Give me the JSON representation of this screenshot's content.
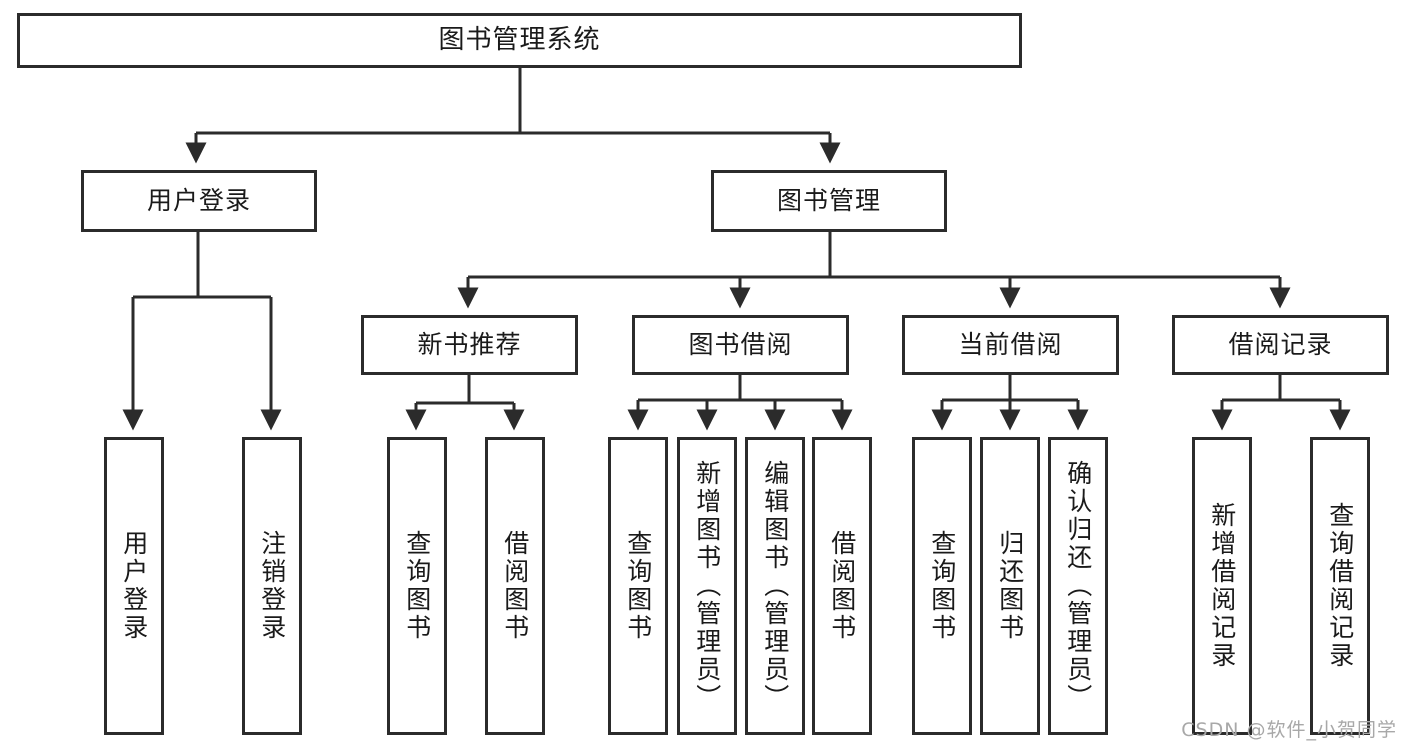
{
  "diagram": {
    "title": "图书管理系统",
    "watermark": "CSDN @软件_小贺同学",
    "line_color": "#2b2b2b",
    "box_fill": "#ffffff",
    "text_color": "#1a1a1a",
    "watermark_color": "#a8a8a8",
    "nodes": {
      "root": "图书管理系统",
      "user_login": "用户登录",
      "book_manage": "图书管理",
      "new_book_rec": "新书推荐",
      "book_borrow": "图书借阅",
      "current_borrow": "当前借阅",
      "borrow_record": "借阅记录",
      "leaf_user_login": "用户登录",
      "leaf_logout": "注销登录",
      "leaf_query_book_1": "查询图书",
      "leaf_borrow_book_1": "借阅图书",
      "leaf_query_book_2": "查询图书",
      "leaf_add_book_admin": "新增图书（管理员）",
      "leaf_edit_book_admin": "编辑图书（管理员）",
      "leaf_borrow_book_2": "借阅图书",
      "leaf_query_book_3": "查询图书",
      "leaf_return_book": "归还图书",
      "leaf_confirm_return_admin": "确认归还（管理员）",
      "leaf_add_record": "新增借阅记录",
      "leaf_query_record": "查询借阅记录"
    }
  }
}
